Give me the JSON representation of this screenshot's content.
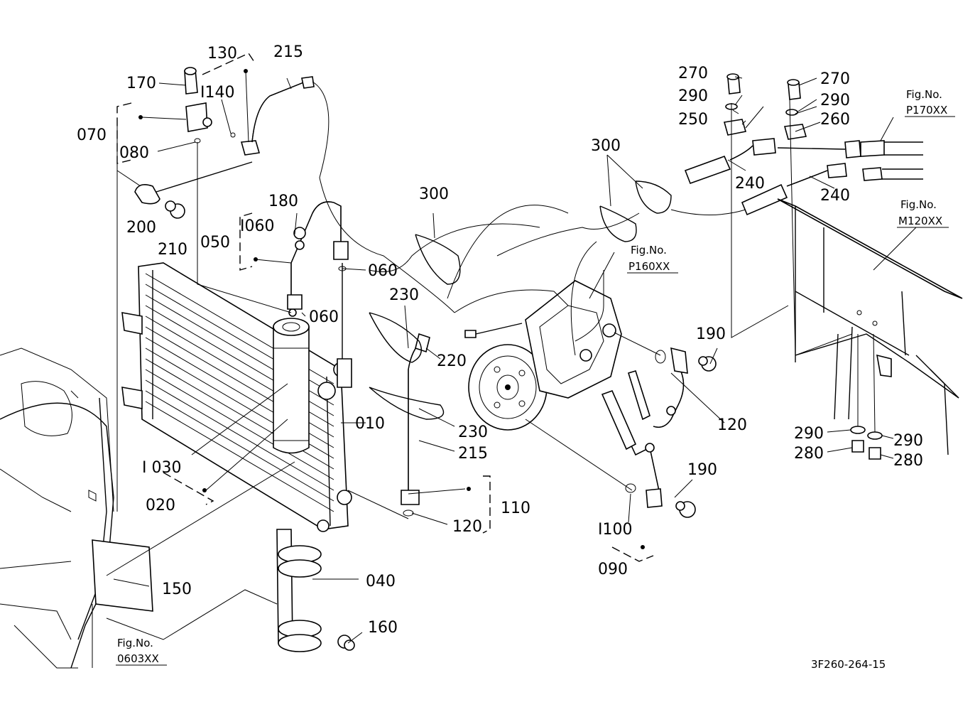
{
  "drawing_number": "3F260-264-15",
  "labels": {
    "l010": "010",
    "l020": "020",
    "l030": "I 030",
    "l040": "040",
    "l050": "050",
    "l060a": "I060",
    "l060b": "060",
    "l060c": "060",
    "l070": "070",
    "l080": "080",
    "l090": "090",
    "l100": "I100",
    "l110": "110",
    "l120a": "120",
    "l120b": "120",
    "l130": "130",
    "l140": "I140",
    "l150": "150",
    "l160": "160",
    "l170": "170",
    "l180": "180",
    "l190a": "190",
    "l190b": "190",
    "l200": "200",
    "l210": "210",
    "l215a": "215",
    "l215b": "215",
    "l220": "220",
    "l230a": "230",
    "l230b": "230",
    "l240a": "240",
    "l240b": "240",
    "l250": "250",
    "l260": "260",
    "l270a": "270",
    "l270b": "270",
    "l280a": "280",
    "l280b": "280",
    "l290a": "290",
    "l290b": "290",
    "l290c": "290",
    "l290d": "290",
    "l300a": "300",
    "l300b": "300"
  },
  "figrefs": {
    "fig_label": "Fig.No.",
    "p170": "P170XX",
    "m120": "M120XX",
    "p160": "P160XX",
    "o603": "0603XX"
  }
}
